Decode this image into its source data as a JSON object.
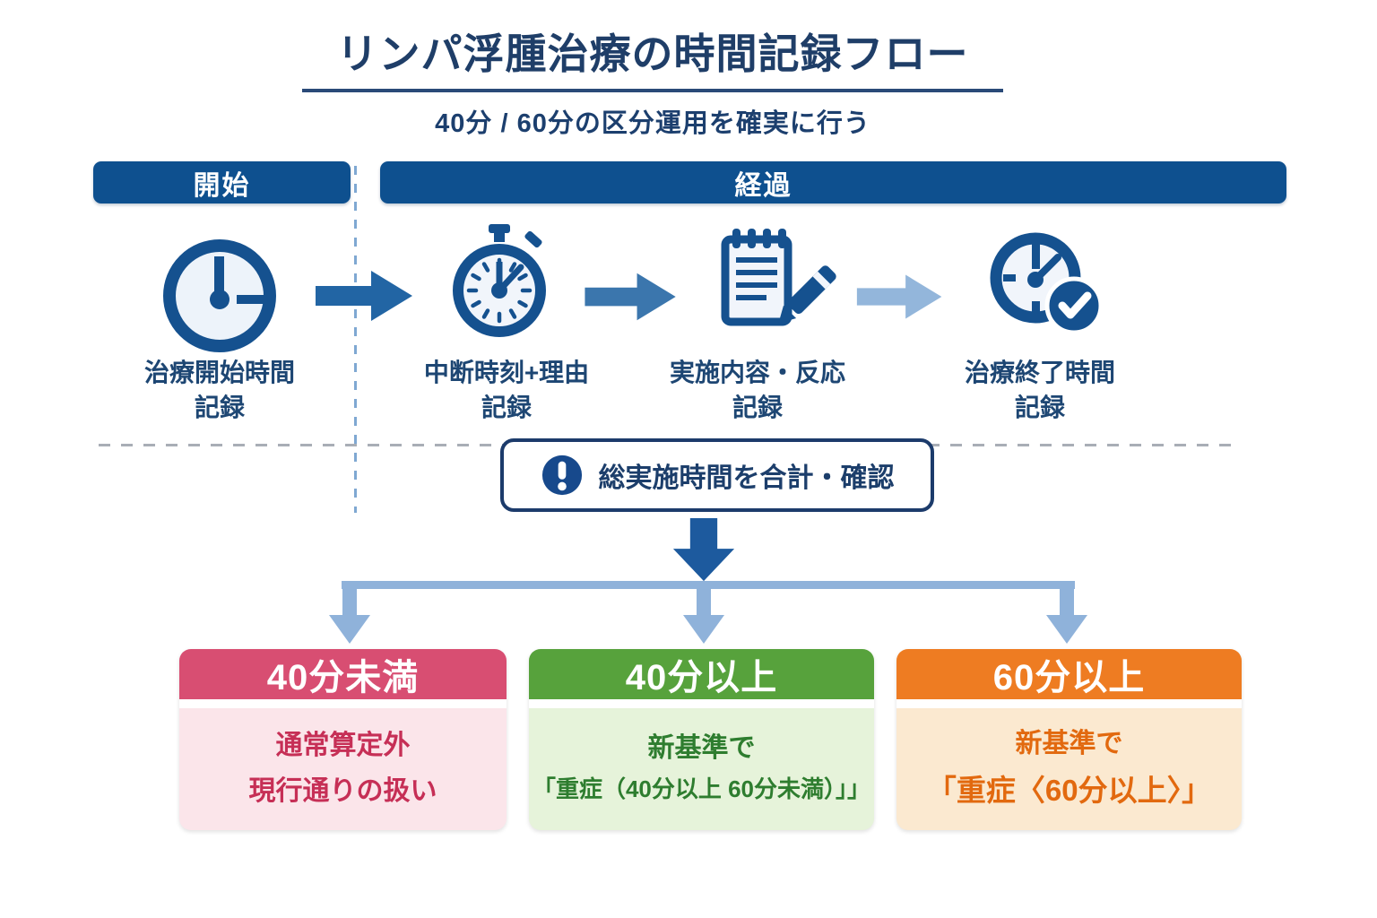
{
  "header": {
    "title": "リンパ浮腫治療の時間記録フロー",
    "subtitle": "40分 / 60分の区分運用を確実に行う"
  },
  "phases": {
    "start_label": "開始",
    "progress_label": "経過"
  },
  "steps": [
    {
      "icon": "clock-icon",
      "lines": [
        "治療開始時間",
        "記録"
      ]
    },
    {
      "icon": "stopwatch-icon",
      "lines": [
        "中断時刻+理由",
        "記録"
      ]
    },
    {
      "icon": "notepad-pencil-icon",
      "lines": [
        "実施内容・反応",
        "記録"
      ]
    },
    {
      "icon": "clock-check-icon",
      "lines": [
        "治療終了時間",
        "記録"
      ]
    }
  ],
  "checkpoint": {
    "icon": "exclamation-icon",
    "label": "総実施時間を合計・確認"
  },
  "branches": [
    {
      "id": "under-40",
      "header": "40分未満",
      "lines": [
        "通常算定外",
        "現行通りの扱い"
      ],
      "header_color": "#D84E72",
      "body_color": "#FBE5EA",
      "text_color": "#C62F56"
    },
    {
      "id": "over-40",
      "header": "40分以上",
      "lines": [
        "新基準で",
        "「重症（40分以上 60分未満）」」"
      ],
      "header_color": "#57A23C",
      "body_color": "#E6F3DA",
      "text_color": "#2E7D2F"
    },
    {
      "id": "over-60",
      "header": "60分以上",
      "lines": [
        "新基準で",
        "「重症〈60分以上〉」"
      ],
      "header_color": "#EE7C22",
      "body_color": "#FBE9D0",
      "text_color": "#E2690F"
    }
  ],
  "colors": {
    "navy_text": "#1D4673",
    "phase_bar": "#0E508F",
    "icon_navy": "#15518F",
    "arrow_dark": "#2265A4",
    "arrow_medium": "#3B76AD",
    "arrow_light": "#93B6DB",
    "branch_connector": "#8FB2DA",
    "dashed_vertical": "#7FA8D2",
    "dashed_horizontal": "#A9AEB6"
  }
}
